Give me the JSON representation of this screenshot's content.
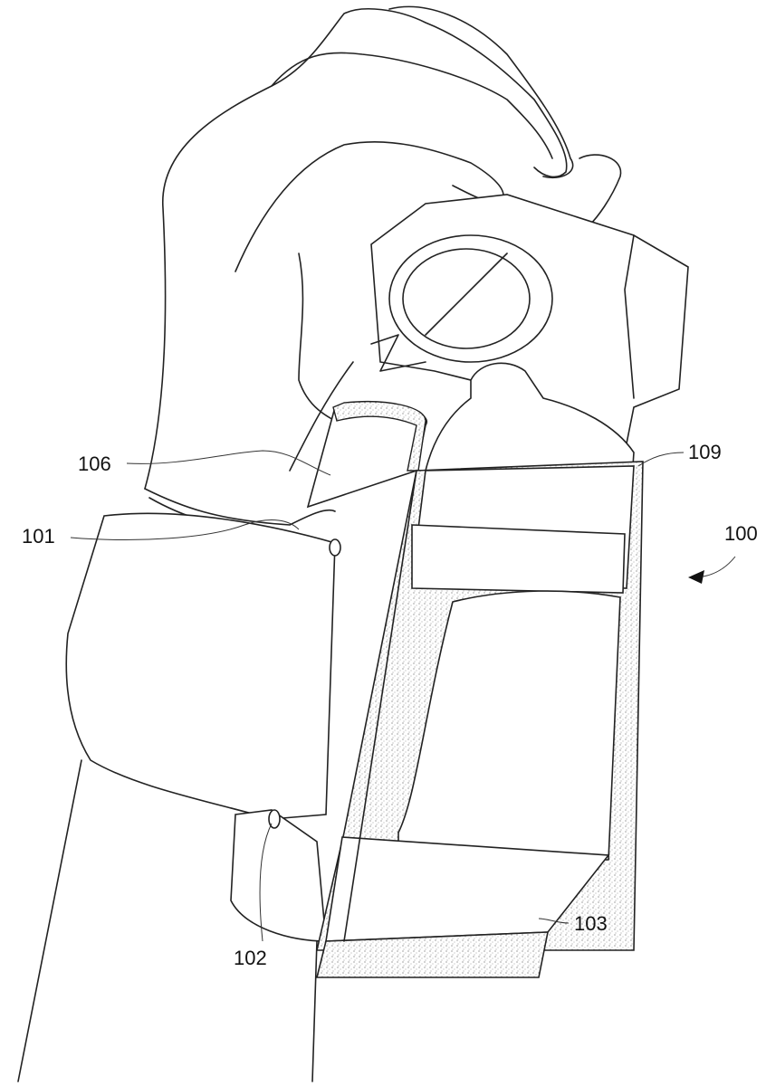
{
  "figure": {
    "reference_labels": [
      {
        "id": "106",
        "text": "106"
      },
      {
        "id": "101",
        "text": "101"
      },
      {
        "id": "109",
        "text": "109"
      },
      {
        "id": "100",
        "text": "100"
      },
      {
        "id": "102",
        "text": "102"
      },
      {
        "id": "103",
        "text": "103"
      }
    ]
  }
}
